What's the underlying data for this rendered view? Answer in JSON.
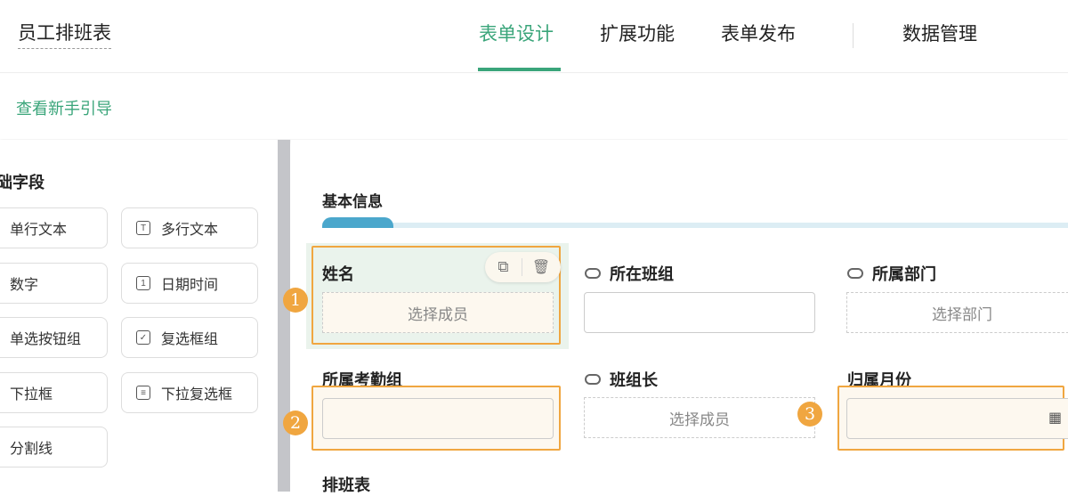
{
  "header": {
    "title": "员工排班表",
    "tabs": [
      {
        "label": "表单设计",
        "active": true
      },
      {
        "label": "扩展功能"
      },
      {
        "label": "表单发布"
      },
      {
        "label": "数据管理"
      }
    ]
  },
  "guide_link": "查看新手引导",
  "sidebar": {
    "section_title": "础字段",
    "fields": [
      {
        "label": "单行文本",
        "icon": "text-icon"
      },
      {
        "label": "多行文本",
        "icon": "textarea-icon"
      },
      {
        "label": "数字",
        "icon": "number-icon"
      },
      {
        "label": "日期时间",
        "icon": "calendar-icon"
      },
      {
        "label": "单选按钮组",
        "icon": "radio-icon"
      },
      {
        "label": "复选框组",
        "icon": "checkbox-icon"
      },
      {
        "label": "下拉框",
        "icon": "dropdown-icon"
      },
      {
        "label": "下拉复选框",
        "icon": "multi-select-icon"
      },
      {
        "label": "分割线",
        "icon": "divider-icon"
      }
    ]
  },
  "form": {
    "section_title": "基本信息",
    "fields": {
      "name": {
        "label": "姓名",
        "placeholder": "选择成员"
      },
      "team": {
        "label": "所在班组"
      },
      "dept": {
        "label": "所属部门",
        "placeholder": "选择部门"
      },
      "attendance": {
        "label": "所属考勤组"
      },
      "leader": {
        "label": "班组长",
        "placeholder": "选择成员"
      },
      "month": {
        "label": "归属月份"
      }
    },
    "next_section": "排班表"
  },
  "badges": [
    "1",
    "2",
    "3"
  ],
  "colors": {
    "accent": "#3aa57a",
    "highlight": "#f0a640",
    "section_bar": "#4ba7cc"
  }
}
